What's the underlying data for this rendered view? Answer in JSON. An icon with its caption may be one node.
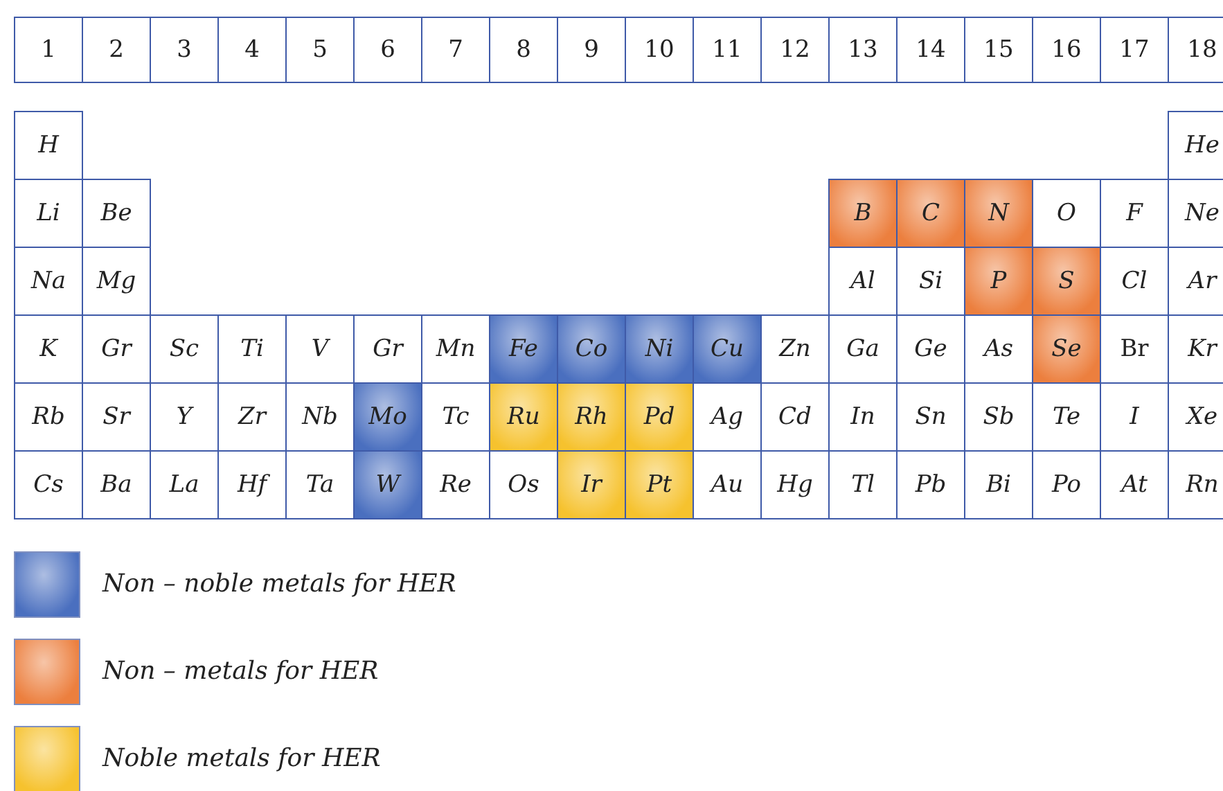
{
  "diagram": {
    "labels": [
      "1",
      "2",
      "3",
      "4",
      "5",
      "6",
      "7",
      "8",
      "9",
      "10",
      "11",
      "12",
      "13",
      "14",
      "15",
      "16",
      "17",
      "18",
      "H",
      "He",
      "Li",
      "Be",
      "B",
      "C",
      "N",
      "O",
      "F",
      "Ne",
      "Na",
      "Mg",
      "Al",
      "Si",
      "P",
      "S",
      "Cl",
      "Ar",
      "K",
      "Gr",
      "Sc",
      "Ti",
      "V",
      "Gr",
      "Mn",
      "Fe",
      "Co",
      "Ni",
      "Cu",
      "Zn",
      "Ga",
      "Ge",
      "As",
      "Se",
      "Br",
      "Kr",
      "Rb",
      "Sr",
      "Y",
      "Zr",
      "Nb",
      "Mo",
      "Tc",
      "Ru",
      "Rh",
      "Pd",
      "Ag",
      "Cd",
      "In",
      "Sn",
      "Sb",
      "Te",
      "I",
      "Xe",
      "Cs",
      "Ba",
      "La",
      "Hf",
      "Ta",
      "W",
      "Re",
      "Os",
      "Ir",
      "Pt",
      "Au",
      "Hg",
      "Tl",
      "Pb",
      "Bi",
      "Po",
      "At",
      "Rn"
    ],
    "legend": [
      {
        "text": "Non – noble metals for HER",
        "color": "#4a6fbf"
      },
      {
        "text": "Non – metals for HER",
        "color": "#ec7f3e"
      },
      {
        "text": "Noble metals for HER",
        "color": "#f6c22e"
      }
    ]
  }
}
